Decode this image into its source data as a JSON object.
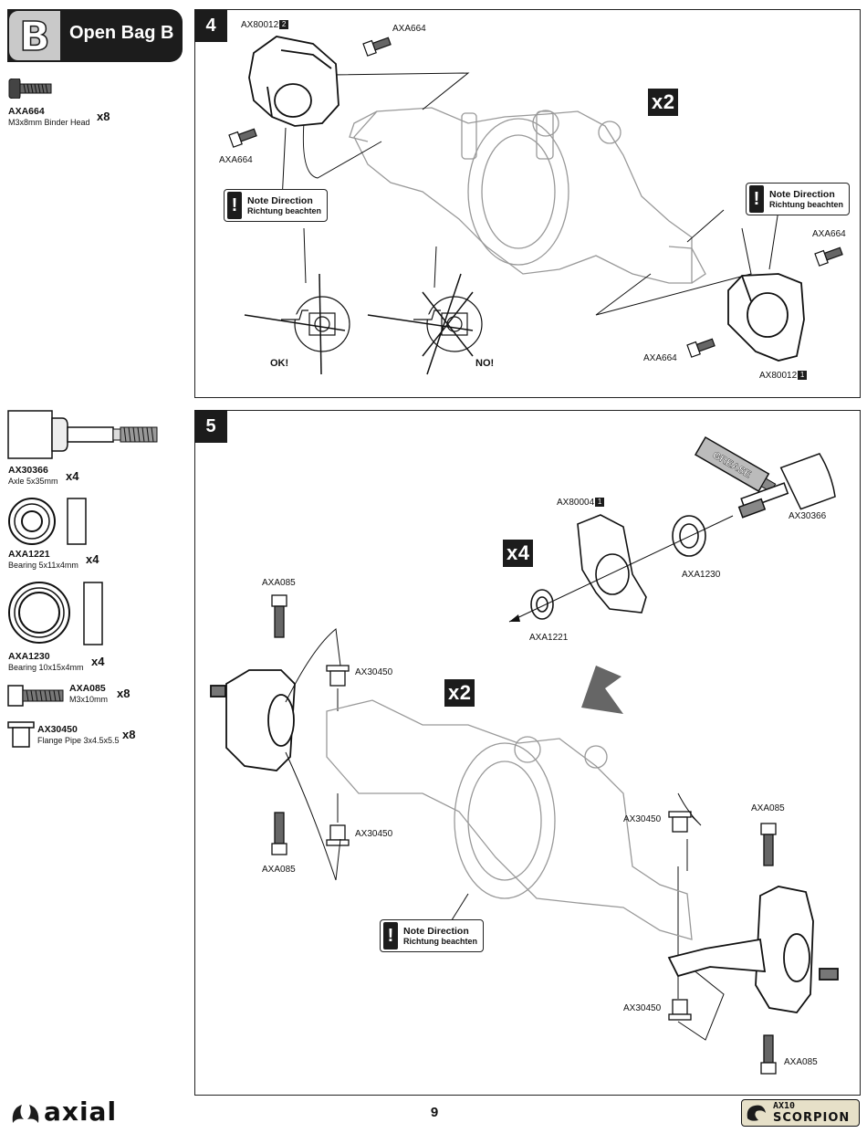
{
  "bag": {
    "letter": "B",
    "title": "Open Bag B"
  },
  "parts_top": [
    {
      "code": "AXA664",
      "desc": "M3x8mm Binder Head",
      "qty": "x8"
    }
  ],
  "parts_bottom": [
    {
      "code": "AX30366",
      "desc": "Axle 5x35mm",
      "qty": "x4"
    },
    {
      "code": "AXA1221",
      "desc": "Bearing 5x11x4mm",
      "qty": "x4"
    },
    {
      "code": "AXA1230",
      "desc": "Bearing 10x15x4mm",
      "qty": "x4"
    },
    {
      "code": "AXA085",
      "desc": "M3x10mm",
      "qty": "x8"
    },
    {
      "code": "AX30450",
      "desc": "Flange Pipe 3x4.5x5.5",
      "qty": "x8"
    }
  ],
  "step4": {
    "number": "4",
    "multiplier": "x2",
    "labels": {
      "knuckle_left": "AX80012",
      "knuckle_left_num": "2",
      "screw_top": "AXA664",
      "screw_left": "AXA664",
      "screw_right_top": "AXA664",
      "screw_right_bottom": "AXA664",
      "knuckle_right": "AX80012",
      "knuckle_right_num": "1",
      "ok": "OK!",
      "no": "NO!"
    },
    "note_left": {
      "line1": "Note Direction",
      "line2": "Richtung beachten"
    },
    "note_right": {
      "line1": "Note Direction",
      "line2": "Richtung beachten"
    }
  },
  "step5": {
    "number": "5",
    "multiplier_top": "x4",
    "multiplier_mid": "x2",
    "labels": {
      "carrier": "AX80004",
      "carrier_num": "1",
      "axle": "AX30366",
      "bearing_large": "AXA1230",
      "bearing_small": "AXA1221",
      "grease": "GREASE",
      "screw_left_top": "AXA085",
      "screw_left_bottom": "AXA085",
      "pipe_left_top": "AX30450",
      "pipe_left_bottom": "AX30450",
      "pipe_right_top": "AX30450",
      "pipe_right_bottom": "AX30450",
      "screw_right_top": "AXA085",
      "screw_right_bottom": "AXA085"
    },
    "note": {
      "line1": "Note Direction",
      "line2": "Richtung beachten"
    }
  },
  "footer": {
    "brand": "axial",
    "page_number": "9",
    "model_line1": "AX10",
    "model_line2": "SCORPION"
  }
}
